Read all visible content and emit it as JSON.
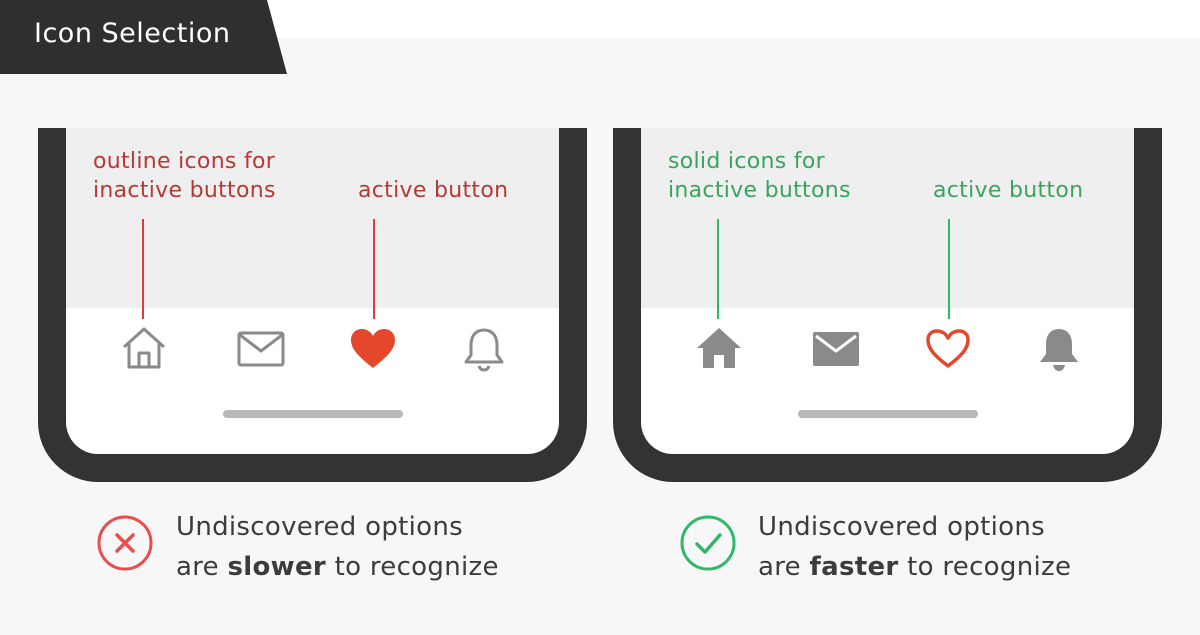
{
  "title": "Icon Selection",
  "colors": {
    "red_text": "#b53a36",
    "green_text": "#3aa45e",
    "icon_gray": "#8a8a8a",
    "active_red": "#e5472c",
    "phone_frame": "#333333"
  },
  "left_panel": {
    "annotation_inactive": [
      "outline icons for",
      "inactive buttons"
    ],
    "annotation_active": "active button",
    "tab_icons": [
      "home-outline-icon",
      "mail-outline-icon",
      "heart-solid-icon",
      "bell-outline-icon"
    ],
    "caption_line1": "Undiscovered options",
    "caption_pre": "are ",
    "caption_bold": "slower",
    "caption_post": " to recognize",
    "verdict_icon": "x-circle-icon"
  },
  "right_panel": {
    "annotation_inactive": [
      "solid icons for",
      "inactive buttons"
    ],
    "annotation_active": "active button",
    "tab_icons": [
      "home-solid-icon",
      "mail-solid-icon",
      "heart-outline-icon",
      "bell-solid-icon"
    ],
    "caption_line1": "Undiscovered options",
    "caption_pre": "are ",
    "caption_bold": "faster",
    "caption_post": " to recognize",
    "verdict_icon": "check-circle-icon"
  }
}
